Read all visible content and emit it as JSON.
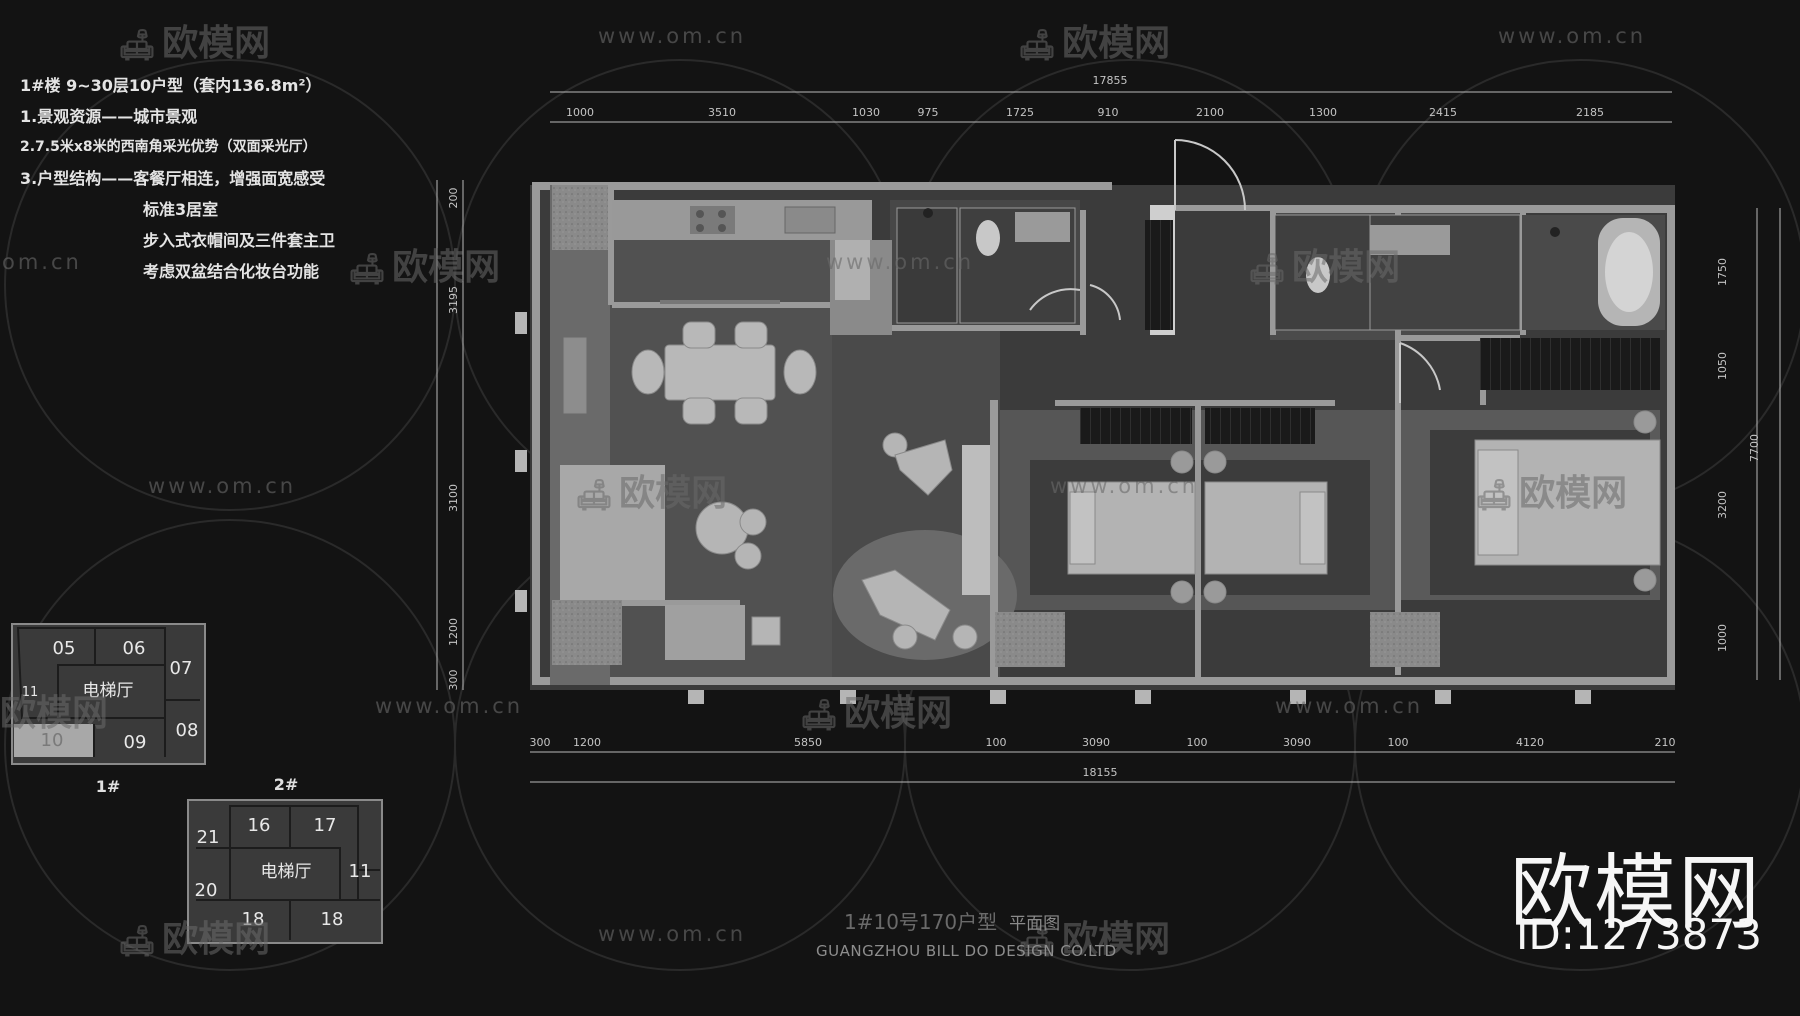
{
  "notes": {
    "line1": "1#楼 9~30层10户型（套内136.8m²）",
    "line2": "1.景观资源——城市景观",
    "line3": "2.7.5米x8米的西南角采光优势（双面采光厅）",
    "line4": "3.户型结构——客餐厅相连，增强面宽感受",
    "line5": "标准3居室",
    "line6": "步入式衣帽间及三件套主卫",
    "line7": "考虑双盆结合化妆台功能"
  },
  "dims_top": {
    "total": "17855",
    "segments": [
      "1000",
      "3510",
      "1030",
      "975",
      "1725",
      "910",
      "2100",
      "1300",
      "2415",
      "2185"
    ]
  },
  "dims_bottom": {
    "total": "18155",
    "segments": [
      "300",
      "1200",
      "5850",
      "100",
      "3090",
      "100",
      "3090",
      "100",
      "4120",
      "210"
    ]
  },
  "dims_left": [
    "200",
    "3195",
    "3100",
    "1200",
    "300"
  ],
  "dims_right": [
    "1750",
    "1050",
    "7700",
    "3200",
    "1000"
  ],
  "site1": {
    "units": [
      "05",
      "06",
      "07",
      "08",
      "09",
      "10",
      "11"
    ],
    "hall": "电梯厅",
    "caption": "1#"
  },
  "site2": {
    "units": [
      "16",
      "17",
      "21",
      "20",
      "11",
      "18",
      "18"
    ],
    "hall": "电梯厅",
    "caption": "2#"
  },
  "plan_title": "1#10号170户型",
  "plan_subtitle": "平面图",
  "company": "GUANGZHOU BILL DO DESIGN CO.LTD",
  "watermark_text": "欧模网",
  "watermark_url": "www.om.cn",
  "watermark_fragment": "om.cn",
  "brand": "欧模网",
  "brand_id": "ID:1273873",
  "colors": {
    "background": "#131313",
    "wall": "#9a9a9a",
    "floor": "#555555"
  }
}
